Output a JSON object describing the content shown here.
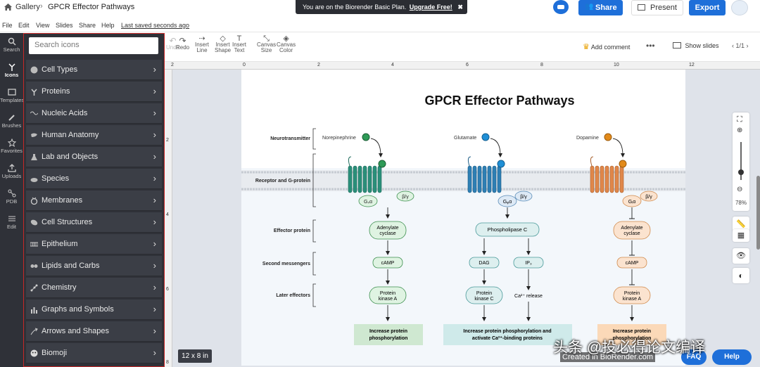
{
  "header": {
    "gallery": "Gallery",
    "doc_title": "GPCR Effector Pathways",
    "banner_text": "You are on the Biorender Basic Plan.",
    "banner_link": "Upgrade Free!",
    "share": "Share",
    "present": "Present",
    "export": "Export"
  },
  "menu": {
    "file": "File",
    "edit": "Edit",
    "view": "View",
    "slides": "Slides",
    "share": "Share",
    "help": "Help",
    "saved": "Last saved seconds ago"
  },
  "rail": {
    "search": "Search",
    "icons": "Icons",
    "templates": "Templates",
    "brushes": "Brushes",
    "favorites": "Favorites",
    "uploads": "Uploads",
    "pdb": "PDB",
    "edit": "Edit"
  },
  "panel": {
    "search_placeholder": "Search icons",
    "categories": [
      "Cell Types",
      "Proteins",
      "Nucleic Acids",
      "Human Anatomy",
      "Lab and Objects",
      "Species",
      "Membranes",
      "Cell Structures",
      "Epithelium",
      "Lipids and Carbs",
      "Chemistry",
      "Graphs and Symbols",
      "Arrows and Shapes",
      "Biomoji"
    ]
  },
  "toolbar": {
    "undo": "Undo",
    "redo": "Redo",
    "insert_line_1": "Insert",
    "insert_line_2": "Line",
    "insert_shape_1": "Insert",
    "insert_shape_2": "Shape",
    "insert_text_1": "Insert",
    "insert_text_2": "Text",
    "canvas_size_1": "Canvas",
    "canvas_size_2": "Size",
    "canvas_color_1": "Canvas",
    "canvas_color_2": "Color",
    "add_comment": "Add comment",
    "show_slides": "Show slides",
    "page": "1/1"
  },
  "ruler": {
    "h": [
      "2",
      "0",
      "2",
      "4",
      "6",
      "8",
      "10",
      "12"
    ],
    "v": [
      "2",
      "4",
      "6",
      "8"
    ]
  },
  "zoom": {
    "level": "78%"
  },
  "canvas_size": "12 x 8 in",
  "figure": {
    "title": "GPCR Effector Pathways",
    "rows": {
      "neurotransmitter": "Neurotransmitter",
      "receptor": "Receptor and G-protein",
      "effector": "Effector protein",
      "second": "Second messengers",
      "later": "Later effectors"
    },
    "col1": {
      "ligand": "Norepinephrine",
      "galpha": "Gₛα",
      "gbg": "β/γ",
      "effector_1": "Adenylate",
      "effector_2": "cyclase",
      "messenger": "cAMP",
      "later_1": "Protein",
      "later_2": "kinase A",
      "outcome_1": "Increase protein",
      "outcome_2": "phosphorylation"
    },
    "col2": {
      "ligand": "Glutamate",
      "galpha": "Gᵩα",
      "gbg": "β/γ",
      "effector": "Phospholipase C",
      "msg_a": "DAG",
      "msg_b": "IP₃",
      "later_1": "Protein",
      "later_2": "kinase C",
      "later_b": "Ca²⁺ release",
      "outcome_1": "Increase protein phosphorylation and",
      "outcome_2": "activate Ca²⁺-binding proteins"
    },
    "col3": {
      "ligand": "Dopamine",
      "galpha": "Gᵢα",
      "gbg": "β/γ",
      "effector_1": "Adenylate",
      "effector_2": "cyclase",
      "messenger": "cAMP",
      "later_1": "Protein",
      "later_2": "kinase A",
      "outcome_1": "Increase protein",
      "outcome_2": "phosphorylation"
    }
  },
  "watermark": "头条 @投必得论文编译",
  "footer": {
    "created": "Created in BioRender.com",
    "faq": "FAQ",
    "help": "Help"
  },
  "colors": {
    "accent": "#1e6fd9",
    "panel": "#2f3138",
    "panel_border": "#c62828",
    "green": "#2e9a57",
    "blue": "#1f8fd6",
    "orange": "#e28a1a"
  }
}
